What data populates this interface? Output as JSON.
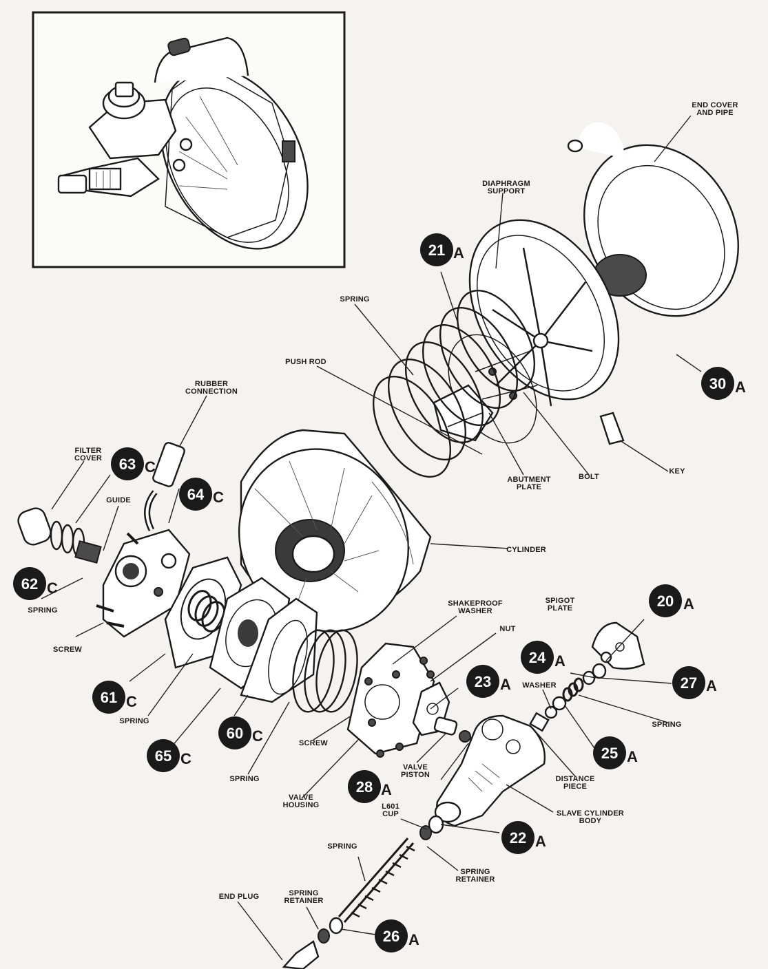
{
  "labels": {
    "end_cover_pipe": [
      "END COVER",
      "AND PIPE"
    ],
    "diaphragm_support": [
      "DIAPHRAGM",
      "SUPPORT"
    ],
    "spring_top": "SPRING",
    "push_rod": "PUSH ROD",
    "rubber_connection": [
      "RUBBER",
      "CONNECTION"
    ],
    "filter_cover": [
      "FILTER",
      "COVER"
    ],
    "guide": "GUIDE",
    "abutment_plate": [
      "ABUTMENT",
      "PLATE"
    ],
    "bolt": "BOLT",
    "key": "KEY",
    "cylinder": "CYLINDER",
    "spring_left": "SPRING",
    "screw_left": "SCREW",
    "shakeproof_washer": [
      "SHAKEPROOF",
      "WASHER"
    ],
    "nut": "NUT",
    "spigot_plate": [
      "SPIGOT",
      "PLATE"
    ],
    "washer": "WASHER",
    "spring_right": "SPRING",
    "spring_61": "SPRING",
    "screw_mid": "SCREW",
    "valve_piston": [
      "VALVE",
      "PISTON"
    ],
    "distance_piece": [
      "DISTANCE",
      "PIECE"
    ],
    "spring_mid": "SPRING",
    "valve_housing": [
      "VALVE",
      "HOUSING"
    ],
    "slave_cylinder_body": [
      "SLAVE CYLINDER",
      "BODY"
    ],
    "l601_cup": [
      "L601",
      "CUP"
    ],
    "spring_bottom": "SPRING",
    "spring_retainer_right": [
      "SPRING",
      "RETAINER"
    ],
    "end_plug": "END PLUG",
    "spring_retainer_left": [
      "SPRING",
      "RETAINER"
    ]
  },
  "badges": {
    "b21": {
      "num": "21",
      "letter": "A"
    },
    "b30": {
      "num": "30",
      "letter": "A"
    },
    "b63": {
      "num": "63",
      "letter": "C"
    },
    "b64": {
      "num": "64",
      "letter": "C"
    },
    "b62": {
      "num": "62",
      "letter": "C"
    },
    "b20": {
      "num": "20",
      "letter": "A"
    },
    "b24": {
      "num": "24",
      "letter": "A"
    },
    "b27": {
      "num": "27",
      "letter": "A"
    },
    "b23": {
      "num": "23",
      "letter": "A"
    },
    "b61": {
      "num": "61",
      "letter": "C"
    },
    "b60": {
      "num": "60",
      "letter": "C"
    },
    "b25": {
      "num": "25",
      "letter": "A"
    },
    "b65": {
      "num": "65",
      "letter": "C"
    },
    "b28": {
      "num": "28",
      "letter": "A"
    },
    "b22": {
      "num": "22",
      "letter": "A"
    },
    "b26": {
      "num": "26",
      "letter": "A"
    }
  }
}
